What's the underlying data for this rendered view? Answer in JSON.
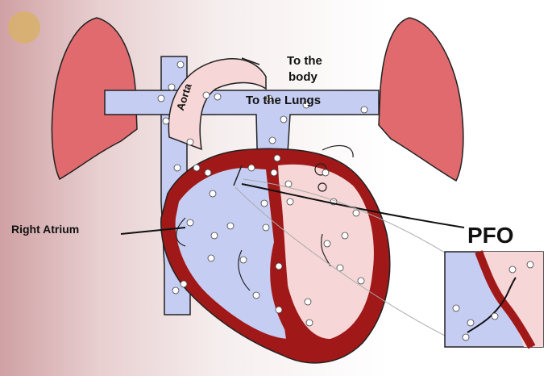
{
  "labels": {
    "to_the_body_line1": "To the",
    "to_the_body_line2": "body",
    "to_the_lungs": "To the Lungs",
    "aorta": "Aorta",
    "right_atrium": "Right Atrium",
    "pfo": "PFO"
  },
  "colors": {
    "lung": "#e06a6e",
    "vessel": "#c6cdf2",
    "aorta": "#f6d6d6",
    "muscle": "#a01818",
    "outline": "#222222"
  }
}
